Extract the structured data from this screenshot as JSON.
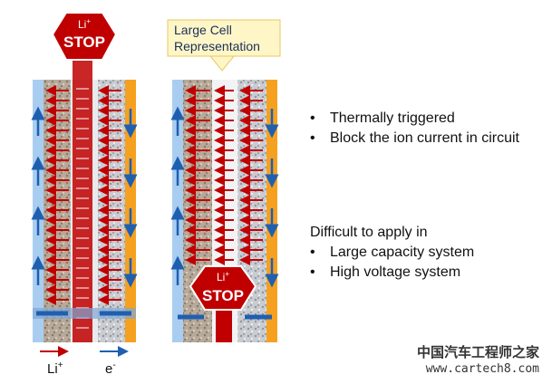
{
  "left_stop": {
    "top": "Li",
    "sup": "+",
    "main": "STOP"
  },
  "right_stop": {
    "top": "Li",
    "sup": "+",
    "main": "STOP"
  },
  "callout": {
    "line1": "Large Cell",
    "line2": "Representation"
  },
  "legend": {
    "li_label": "Li",
    "li_sup": "+",
    "e_label": "e",
    "e_sup": "-"
  },
  "points_top": [
    "Thermally triggered",
    "Block the ion current in circuit"
  ],
  "difficult_title": "Difficult to apply in",
  "points_bottom": [
    "Large capacity system",
    "High voltage system"
  ],
  "watermark": {
    "line1": "中国汽车工程师之家",
    "line2": "www.cartech8.com"
  },
  "colors": {
    "red": "#c00000",
    "blue": "#1f5fb0",
    "orange": "#f5a11f",
    "lightblue": "#a9cdf0"
  }
}
